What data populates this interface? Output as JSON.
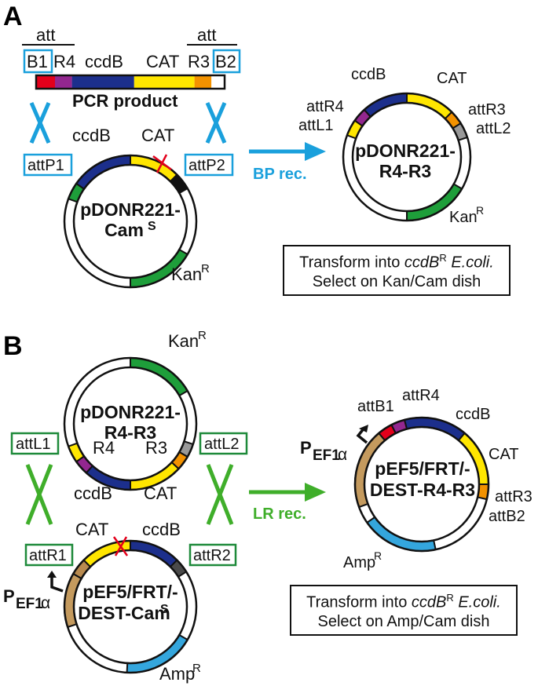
{
  "panels": {
    "a": {
      "letter": "A",
      "pcr_product": {
        "title": "PCR product",
        "att_left": "att",
        "att_right": "att",
        "labels": [
          "B1",
          "R4",
          "ccdB",
          "CAT",
          "R3",
          "B2"
        ],
        "boxed_labels": [
          "B1",
          "B2"
        ],
        "segments": [
          {
            "name": "attB1",
            "color": "#e3001b",
            "fraction": 0.1
          },
          {
            "name": "attR4",
            "color": "#93278f",
            "fraction": 0.09
          },
          {
            "name": "ccdB",
            "color": "#1c2f8c",
            "fraction": 0.33
          },
          {
            "name": "CAT",
            "color": "#ffe600",
            "fraction": 0.32
          },
          {
            "name": "attR3",
            "color": "#f39200",
            "fraction": 0.09
          },
          {
            "name": "attB2",
            "color": "#ffffff",
            "fraction": 0.07
          }
        ]
      },
      "donor_plasmid": {
        "name_line1": "pDONR221-",
        "name_line2": "Cam",
        "name_sup": "S",
        "left_site": "attP1",
        "right_site": "attP2",
        "feature_labels": {
          "ccdB": "ccdB",
          "CAT": "CAT",
          "KanR": "Kan",
          "KanR_sup": "R"
        },
        "segments": [
          {
            "name": "attP1",
            "color": "#1e9e3a",
            "start_deg": 290,
            "end_deg": 305
          },
          {
            "name": "ccdB",
            "color": "#1c2f8c",
            "start_deg": 305,
            "end_deg": 360
          },
          {
            "name": "CAT",
            "color": "#ffe600",
            "start_deg": 0,
            "end_deg": 45
          },
          {
            "name": "attP2",
            "color": "#111111",
            "start_deg": 45,
            "end_deg": 60
          },
          {
            "name": "KanR",
            "color": "#1e9e3a",
            "start_deg": 120,
            "end_deg": 180
          }
        ],
        "disrupted_feature": "CAT"
      },
      "reaction": {
        "label": "BP rec.",
        "color": "#1aa0dc"
      },
      "product_plasmid": {
        "name_line1": "pDONR221-",
        "name_line2": "R4-R3",
        "feature_labels": [
          "ccdB",
          "CAT",
          "attR4",
          "attL1",
          "attR3",
          "attL2",
          "Kan"
        ],
        "kan_sup": "R",
        "segments": [
          {
            "name": "attL1",
            "color": "#ffe600",
            "start_deg": 290,
            "end_deg": 305
          },
          {
            "name": "attR4",
            "color": "#93278f",
            "start_deg": 305,
            "end_deg": 318
          },
          {
            "name": "ccdB",
            "color": "#1c2f8c",
            "start_deg": 318,
            "end_deg": 360
          },
          {
            "name": "CAT",
            "color": "#ffe600",
            "start_deg": 0,
            "end_deg": 45
          },
          {
            "name": "attR3",
            "color": "#f39200",
            "start_deg": 45,
            "end_deg": 58
          },
          {
            "name": "attL2",
            "color": "#999999",
            "start_deg": 58,
            "end_deg": 72
          },
          {
            "name": "KanR",
            "color": "#1e9e3a",
            "start_deg": 120,
            "end_deg": 180
          }
        ]
      },
      "instruction": {
        "line1_prefix": "Transform into ",
        "line1_gene": "ccdB",
        "line1_sup": "R",
        "line1_suffix": " E.coli.",
        "line2": "Select on Kan/Cam dish"
      }
    },
    "b": {
      "letter": "B",
      "entry_plasmid": {
        "name_line1": "pDONR221-",
        "name_line2": "R4-R3",
        "inner_left": "R4",
        "inner_right": "R3",
        "left_site": "attL1",
        "right_site": "attL2",
        "kan_label": "Kan",
        "kan_sup": "R",
        "below_labels": [
          "ccdB",
          "CAT"
        ],
        "segments": [
          {
            "name": "KanR",
            "color": "#1e9e3a",
            "start_deg": 0,
            "end_deg": 60
          },
          {
            "name": "attL2",
            "color": "#999999",
            "start_deg": 108,
            "end_deg": 120
          },
          {
            "name": "attR3",
            "color": "#f39200",
            "start_deg": 120,
            "end_deg": 133
          },
          {
            "name": "CAT",
            "color": "#ffe600",
            "start_deg": 133,
            "end_deg": 180
          },
          {
            "name": "ccdB",
            "color": "#1c2f8c",
            "start_deg": 180,
            "end_deg": 222
          },
          {
            "name": "attR4",
            "color": "#93278f",
            "start_deg": 222,
            "end_deg": 235
          },
          {
            "name": "attL1",
            "color": "#ffe600",
            "start_deg": 235,
            "end_deg": 250
          }
        ]
      },
      "dest_plasmid": {
        "name_line1": "pEF5/FRT/-",
        "name_line2": "DEST-Cam",
        "name_sup": "S",
        "left_site": "attR1",
        "right_site": "attR2",
        "feature_labels": {
          "CAT": "CAT",
          "ccdB": "ccdB",
          "AmpR": "Amp",
          "AmpR_sup": "R"
        },
        "promoter": {
          "main": "P",
          "sub": "EF1",
          "greek": "α"
        },
        "segments": [
          {
            "name": "PEF1a",
            "color": "#c49a5e",
            "start_deg": 252,
            "end_deg": 300
          },
          {
            "name": "attR1",
            "color": "#b88a4f",
            "start_deg": 300,
            "end_deg": 315
          },
          {
            "name": "CAT",
            "color": "#ffe600",
            "start_deg": 315,
            "end_deg": 360
          },
          {
            "name": "ccdB",
            "color": "#1c2f8c",
            "start_deg": 0,
            "end_deg": 45
          },
          {
            "name": "attR2",
            "color": "#4a4a4a",
            "start_deg": 45,
            "end_deg": 58
          },
          {
            "name": "AmpR",
            "color": "#34a6dd",
            "start_deg": 120,
            "end_deg": 183
          }
        ],
        "disrupted_feature": "CAT"
      },
      "reaction": {
        "label": "LR rec.",
        "color": "#3fae2a"
      },
      "product_plasmid": {
        "name_line1": "pEF5/FRT/-",
        "name_line2": "DEST-R4-R3",
        "feature_labels": [
          "attB1",
          "attR4",
          "ccdB",
          "CAT",
          "attR3",
          "attB2",
          "Amp"
        ],
        "amp_sup": "R",
        "promoter": {
          "main": "P",
          "sub": "EF1",
          "greek": "α"
        },
        "segments": [
          {
            "name": "PEF1a",
            "color": "#c49a5e",
            "start_deg": 250,
            "end_deg": 320
          },
          {
            "name": "attB1",
            "color": "#e3001b",
            "start_deg": 320,
            "end_deg": 333
          },
          {
            "name": "attR4",
            "color": "#93278f",
            "start_deg": 333,
            "end_deg": 345
          },
          {
            "name": "ccdB",
            "color": "#1c2f8c",
            "start_deg": 345,
            "end_deg": 40
          },
          {
            "name": "CAT",
            "color": "#ffe600",
            "start_deg": 40,
            "end_deg": 90
          },
          {
            "name": "attR3",
            "color": "#f39200",
            "start_deg": 90,
            "end_deg": 103
          },
          {
            "name": "AmpR",
            "color": "#34a6dd",
            "start_deg": 168,
            "end_deg": 235
          }
        ]
      },
      "instruction": {
        "line1_prefix": "Transform into ",
        "line1_gene": "ccdB",
        "line1_sup": "R",
        "line1_suffix": " E.coli.",
        "line2": "Select on Amp/Cam dish"
      }
    }
  },
  "colors": {
    "bp_blue": "#1aa0dc",
    "lr_green": "#3fae2a",
    "site_box_blue": "#1aa0dc",
    "site_box_green": "#1e8a3a",
    "disruption_red": "#e3001b"
  }
}
